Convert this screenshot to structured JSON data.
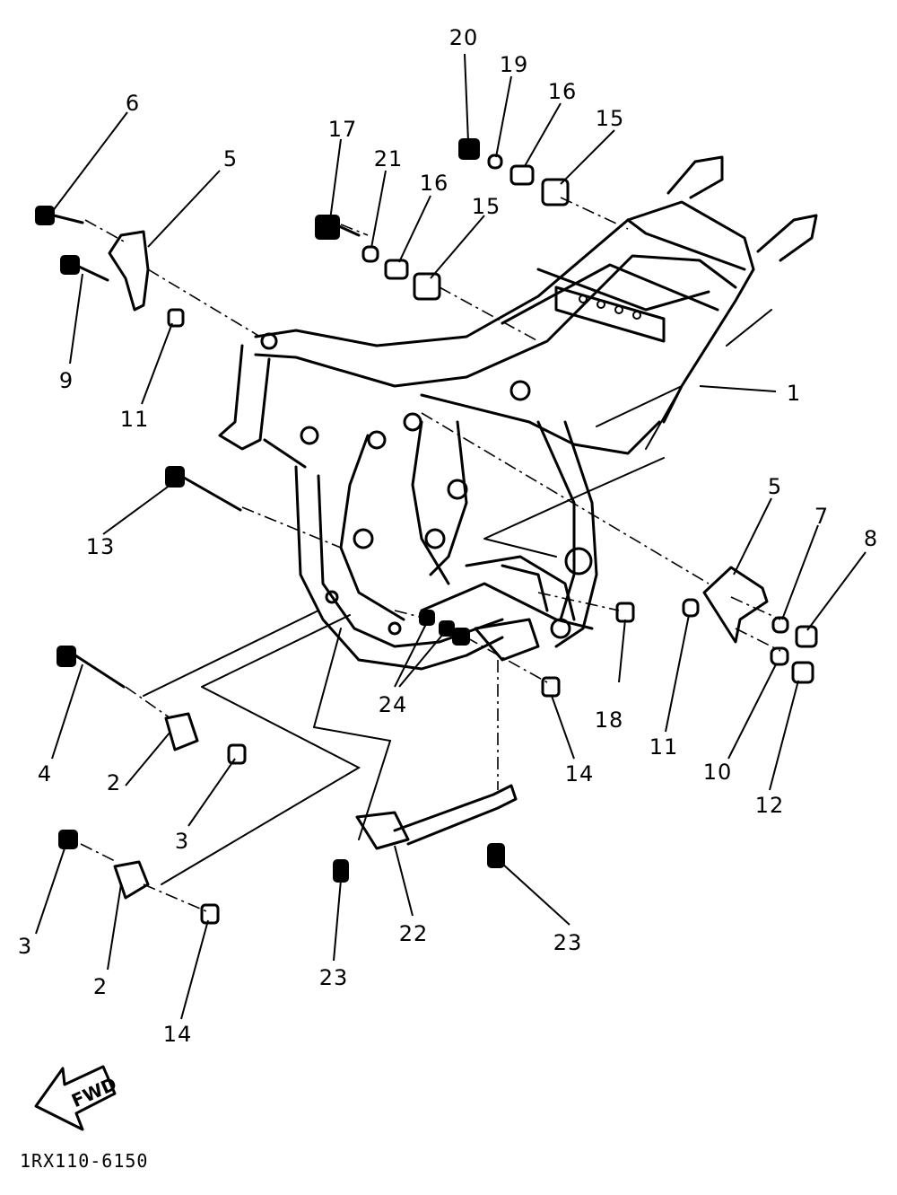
{
  "callouts": [
    {
      "id": "c1",
      "text": "1"
    },
    {
      "id": "c2a",
      "text": "2"
    },
    {
      "id": "c2b",
      "text": "2"
    },
    {
      "id": "c3a",
      "text": "3"
    },
    {
      "id": "c3b",
      "text": "3"
    },
    {
      "id": "c4",
      "text": "4"
    },
    {
      "id": "c5a",
      "text": "5"
    },
    {
      "id": "c5b",
      "text": "5"
    },
    {
      "id": "c6",
      "text": "6"
    },
    {
      "id": "c7",
      "text": "7"
    },
    {
      "id": "c8",
      "text": "8"
    },
    {
      "id": "c9",
      "text": "9"
    },
    {
      "id": "c10",
      "text": "10"
    },
    {
      "id": "c11a",
      "text": "11"
    },
    {
      "id": "c11b",
      "text": "11"
    },
    {
      "id": "c12",
      "text": "12"
    },
    {
      "id": "c13",
      "text": "13"
    },
    {
      "id": "c14a",
      "text": "14"
    },
    {
      "id": "c14b",
      "text": "14"
    },
    {
      "id": "c15a",
      "text": "15"
    },
    {
      "id": "c15b",
      "text": "15"
    },
    {
      "id": "c16a",
      "text": "16"
    },
    {
      "id": "c16b",
      "text": "16"
    },
    {
      "id": "c17",
      "text": "17"
    },
    {
      "id": "c18",
      "text": "18"
    },
    {
      "id": "c19",
      "text": "19"
    },
    {
      "id": "c20",
      "text": "20"
    },
    {
      "id": "c21",
      "text": "21"
    },
    {
      "id": "c22",
      "text": "22"
    },
    {
      "id": "c23a",
      "text": "23"
    },
    {
      "id": "c23b",
      "text": "23"
    },
    {
      "id": "c24",
      "text": "24"
    }
  ],
  "fwd_label": "FWD",
  "drawing_code": "1RX110-6150"
}
